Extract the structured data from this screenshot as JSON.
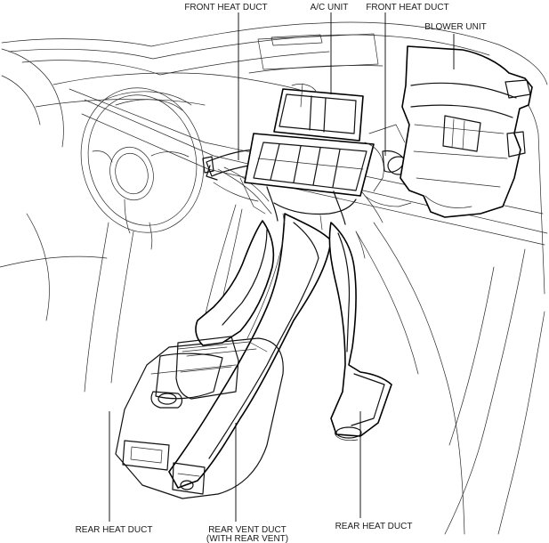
{
  "labels": {
    "front_heat_duct_left": "FRONT HEAT DUCT",
    "ac_unit": "A/C UNIT",
    "front_heat_duct_right": "FRONT HEAT DUCT",
    "blower_unit": "BLOWER UNIT",
    "rear_heat_duct_left": "REAR HEAT DUCT",
    "rear_vent_duct_line1": "REAR VENT DUCT",
    "rear_vent_duct_line2": "(WITH REAR VENT)",
    "rear_heat_duct_right": "REAR HEAT DUCT"
  }
}
